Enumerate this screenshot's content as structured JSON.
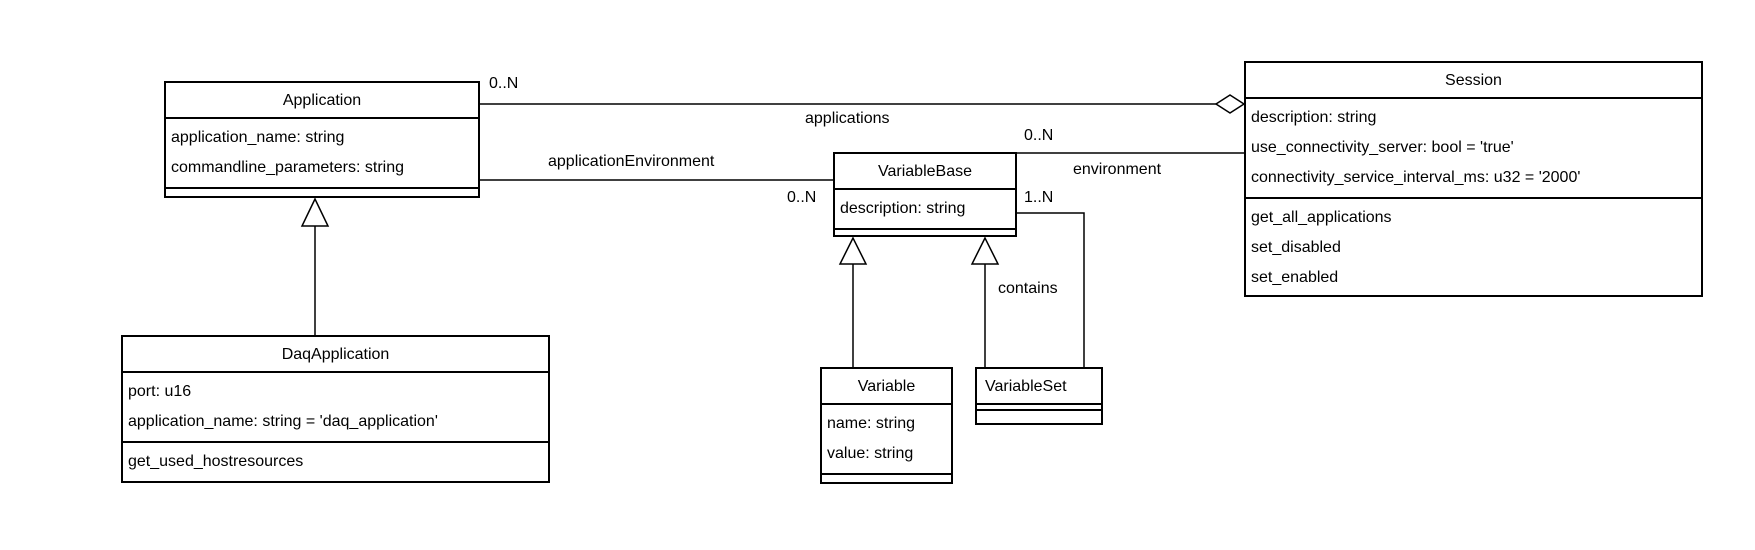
{
  "classes": {
    "application": {
      "name": "Application",
      "attributes": [
        "application_name: string",
        "commandline_parameters: string"
      ],
      "operations": []
    },
    "daq_application": {
      "name": "DaqApplication",
      "attributes": [
        "port: u16",
        "application_name: string = 'daq_application'"
      ],
      "operations": [
        "get_used_hostresources"
      ]
    },
    "variable_base": {
      "name": "VariableBase",
      "attributes": [
        "description: string"
      ],
      "operations": []
    },
    "variable": {
      "name": "Variable",
      "attributes": [
        "name: string",
        "value: string"
      ],
      "operations": []
    },
    "variable_set": {
      "name": "VariableSet",
      "attributes": [],
      "operations": []
    },
    "session": {
      "name": "Session",
      "attributes": [
        "description: string",
        "use_connectivity_server: bool = 'true'",
        "connectivity_service_interval_ms: u32 = '2000'"
      ],
      "operations": [
        "get_all_applications",
        "set_disabled",
        "set_enabled"
      ]
    }
  },
  "associations": {
    "applications": {
      "label": "applications",
      "multiplicity_application": "0..N"
    },
    "application_environment": {
      "label": "applicationEnvironment",
      "multiplicity_variable_base": "0..N"
    },
    "environment": {
      "label": "environment",
      "multiplicity_variable_base": "0..N"
    },
    "contains": {
      "label": "contains",
      "multiplicity_variable_base": "1..N"
    }
  }
}
